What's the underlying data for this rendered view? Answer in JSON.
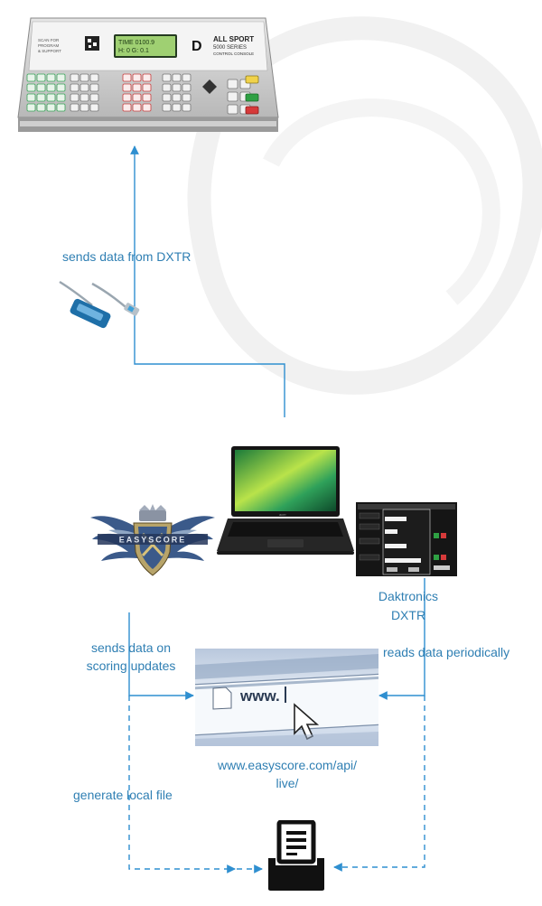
{
  "colors": {
    "line": "#2f8fd0",
    "label": "#2f7fb3",
    "dark": "#1a1a1a"
  },
  "console": {
    "lcd_line1": "TIME  0100.9",
    "lcd_line2": "H:  0  G:  0.1",
    "brand_line1": "ALL SPORT",
    "brand_line2": "5000 SERIES",
    "brand_line3": "CONTROL CONSOLE",
    "logo_letter": "D"
  },
  "labels": {
    "sends_dxtr": "sends data from DXTR",
    "daktronics_1": "Daktronics",
    "daktronics_2": "DXTR",
    "sends_scoring_1": "sends data on",
    "sends_scoring_2": "scoring updates",
    "reads_periodically": "reads data periodically",
    "url_1": "www.easyscore.com/api/",
    "url_2": "live/",
    "generate_local": "generate local file"
  },
  "browser": {
    "address_text": "www."
  },
  "laptop": {
    "brand": "acer"
  },
  "logo": {
    "text": "EASYSCORE"
  },
  "icons": [
    "scoreboard-console-icon",
    "serial-usb-cable-icon",
    "laptop-icon",
    "easyscore-crest-logo",
    "dxtr-software-window",
    "browser-address-bar-icon",
    "mouse-cursor-icon",
    "printer-file-icon"
  ]
}
